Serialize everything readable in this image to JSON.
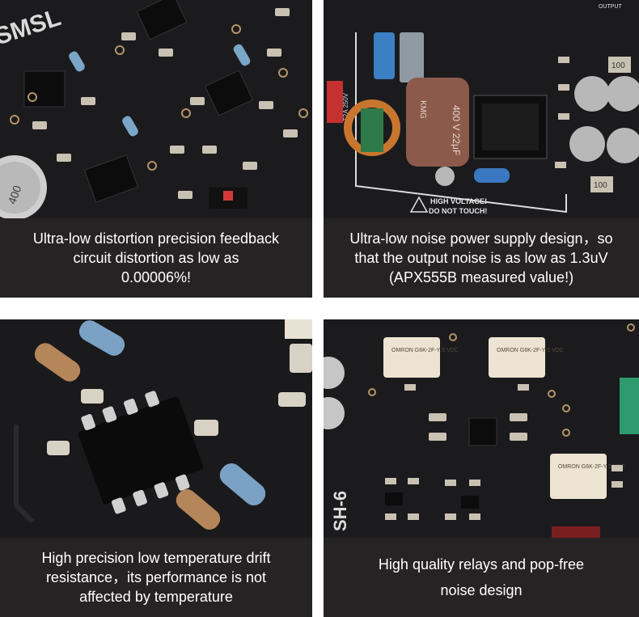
{
  "tiles": [
    {
      "caption": [
        "Ultra-low distortion precision feedback",
        "circuit distortion as low as",
        "0.00006%!"
      ],
      "board_labels": {
        "brand": "SMSL",
        "cap": "400"
      }
    },
    {
      "caption": [
        "Ultra-low noise power supply design，so",
        "that the output noise is as low as 1.3uV",
        "(APX555B measured value!)"
      ],
      "board_labels": {
        "output": "OUTPUT",
        "big_cap": "400 V 22μF",
        "cap_brand": "KMG",
        "warning1": "HIGH VOLTAGE!",
        "warning2": "DO NOT TOUCH!",
        "fuse": "T2A 250V",
        "small1": "100",
        "small2": "100"
      }
    },
    {
      "caption": [
        "High precision low temperature drift",
        "resistance，its performance is not",
        "affected by temperature"
      ],
      "board_labels": {}
    },
    {
      "caption": [
        "High quality relays and pop-free",
        "noise design"
      ],
      "board_labels": {
        "relay_text": "OMRON G6K-2F-Y 5 VDC",
        "silk": "SH-6"
      }
    }
  ]
}
